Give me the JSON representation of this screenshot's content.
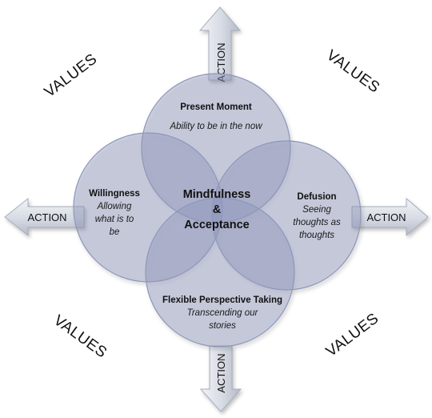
{
  "values": {
    "top_left": "VALUES",
    "top_right": "VALUES",
    "bottom_left": "VALUES",
    "bottom_right": "VALUES"
  },
  "actions": {
    "top": "ACTION",
    "bottom": "ACTION",
    "left": "ACTION",
    "right": "ACTION"
  },
  "circles": {
    "top": {
      "title": "Present Moment",
      "subtitle": [
        "Ability to be in the now"
      ]
    },
    "left": {
      "title": "Willingness",
      "subtitle": [
        "Allowing",
        "what is to",
        "be"
      ]
    },
    "right": {
      "title": "Defusion",
      "subtitle": [
        "Seeing",
        "thoughts as",
        "thoughts"
      ]
    },
    "bottom": {
      "title": "Flexible Perspective Taking",
      "subtitle": [
        "Transcending our",
        "stories"
      ]
    }
  },
  "center": {
    "lines": [
      "Mindfulness",
      "&",
      "Acceptance"
    ]
  },
  "colors": {
    "circle_fill": "#8f97bd",
    "circle_stroke": "#8e96b8",
    "arrow_light": "#e6e9f0",
    "arrow_dark": "#aeb5c4"
  }
}
